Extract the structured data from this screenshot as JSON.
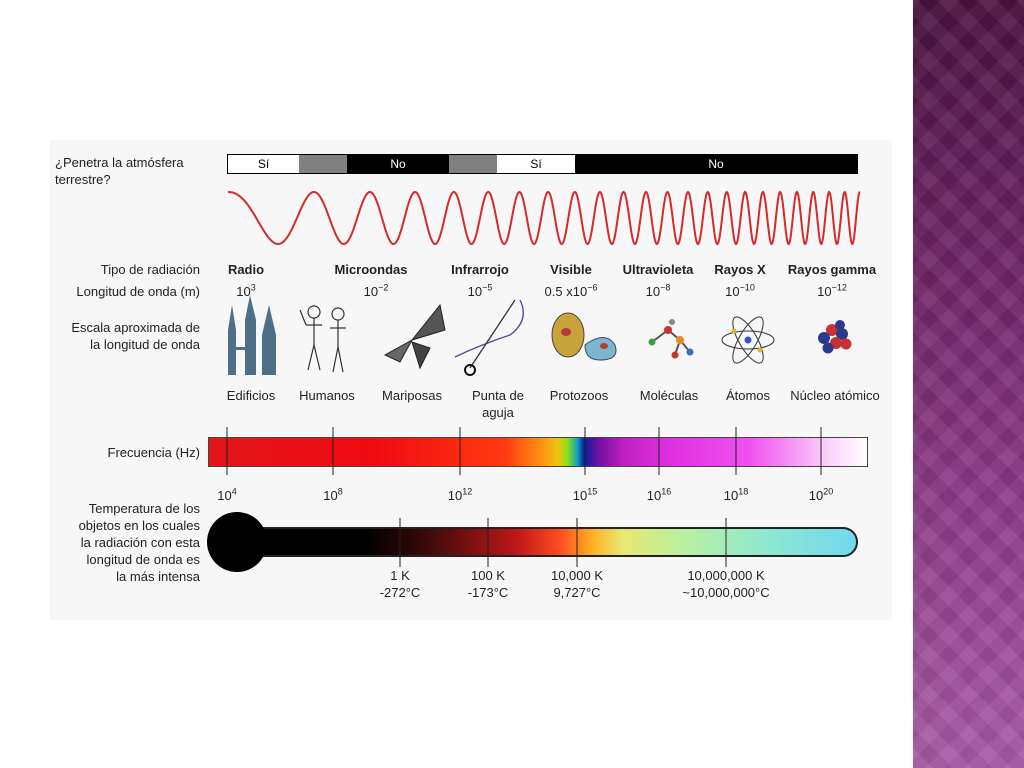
{
  "atmosphere": {
    "question": [
      "¿Penetra la atmósfera",
      "terrestre?"
    ],
    "segments": [
      {
        "label": "Sí",
        "color": "#ffffff"
      },
      {
        "label": "",
        "color": "#808080"
      },
      {
        "label": "No",
        "color": "#000000"
      },
      {
        "label": "",
        "color": "#808080"
      },
      {
        "label": "Sí",
        "color": "#ffffff"
      },
      {
        "label": "No",
        "color": "#000000"
      }
    ]
  },
  "radiation_type_label": "Tipo de radiación",
  "wavelength_label": "Longitud de onda (m)",
  "scale_label": [
    "Escala aproximada de",
    "la longitud de onda"
  ],
  "radiation_types": [
    {
      "name": "Radio",
      "wl_base": "10",
      "wl_exp": "3",
      "object": "Edificios"
    },
    {
      "name": "Microondas",
      "wl_base": "10",
      "wl_exp": "−2",
      "object": "Humanos"
    },
    {
      "name": "Infrarrojo",
      "wl_base": "10",
      "wl_exp": "−5",
      "object": "Mariposas"
    },
    {
      "name": "Visible",
      "wl_base": "0.5 x10",
      "wl_exp": "−6",
      "object": "Punta de aguja"
    },
    {
      "name": "Ultravioleta",
      "wl_base": "10",
      "wl_exp": "−8",
      "object": "Protozoos"
    },
    {
      "name": "Rayos X",
      "wl_base": "10",
      "wl_exp": "−10",
      "object": "Moléculas"
    },
    {
      "name": "Rayos gamma",
      "wl_base": "10",
      "wl_exp": "−12",
      "object": "Átomos"
    }
  ],
  "extra_object": "Núcleo atómico",
  "frequency": {
    "label": "Frecuencia (Hz)",
    "ticks": [
      {
        "base": "10",
        "exp": "4"
      },
      {
        "base": "10",
        "exp": "8"
      },
      {
        "base": "10",
        "exp": "12"
      },
      {
        "base": "10",
        "exp": "15"
      },
      {
        "base": "10",
        "exp": "16"
      },
      {
        "base": "10",
        "exp": "18"
      },
      {
        "base": "10",
        "exp": "20"
      }
    ]
  },
  "temperature": {
    "label": [
      "Temperatura de los",
      "objetos en los cuales",
      "la radiación con esta",
      "longitud de onda es",
      "la más intensa"
    ],
    "ticks": [
      {
        "k": "1 K",
        "c": "-272°C"
      },
      {
        "k": "100 K",
        "c": "-173°C"
      },
      {
        "k": "10,000 K",
        "c": "9,727°C"
      },
      {
        "k": "10,000,000 K",
        "c": "~10,000,000°C"
      }
    ]
  }
}
